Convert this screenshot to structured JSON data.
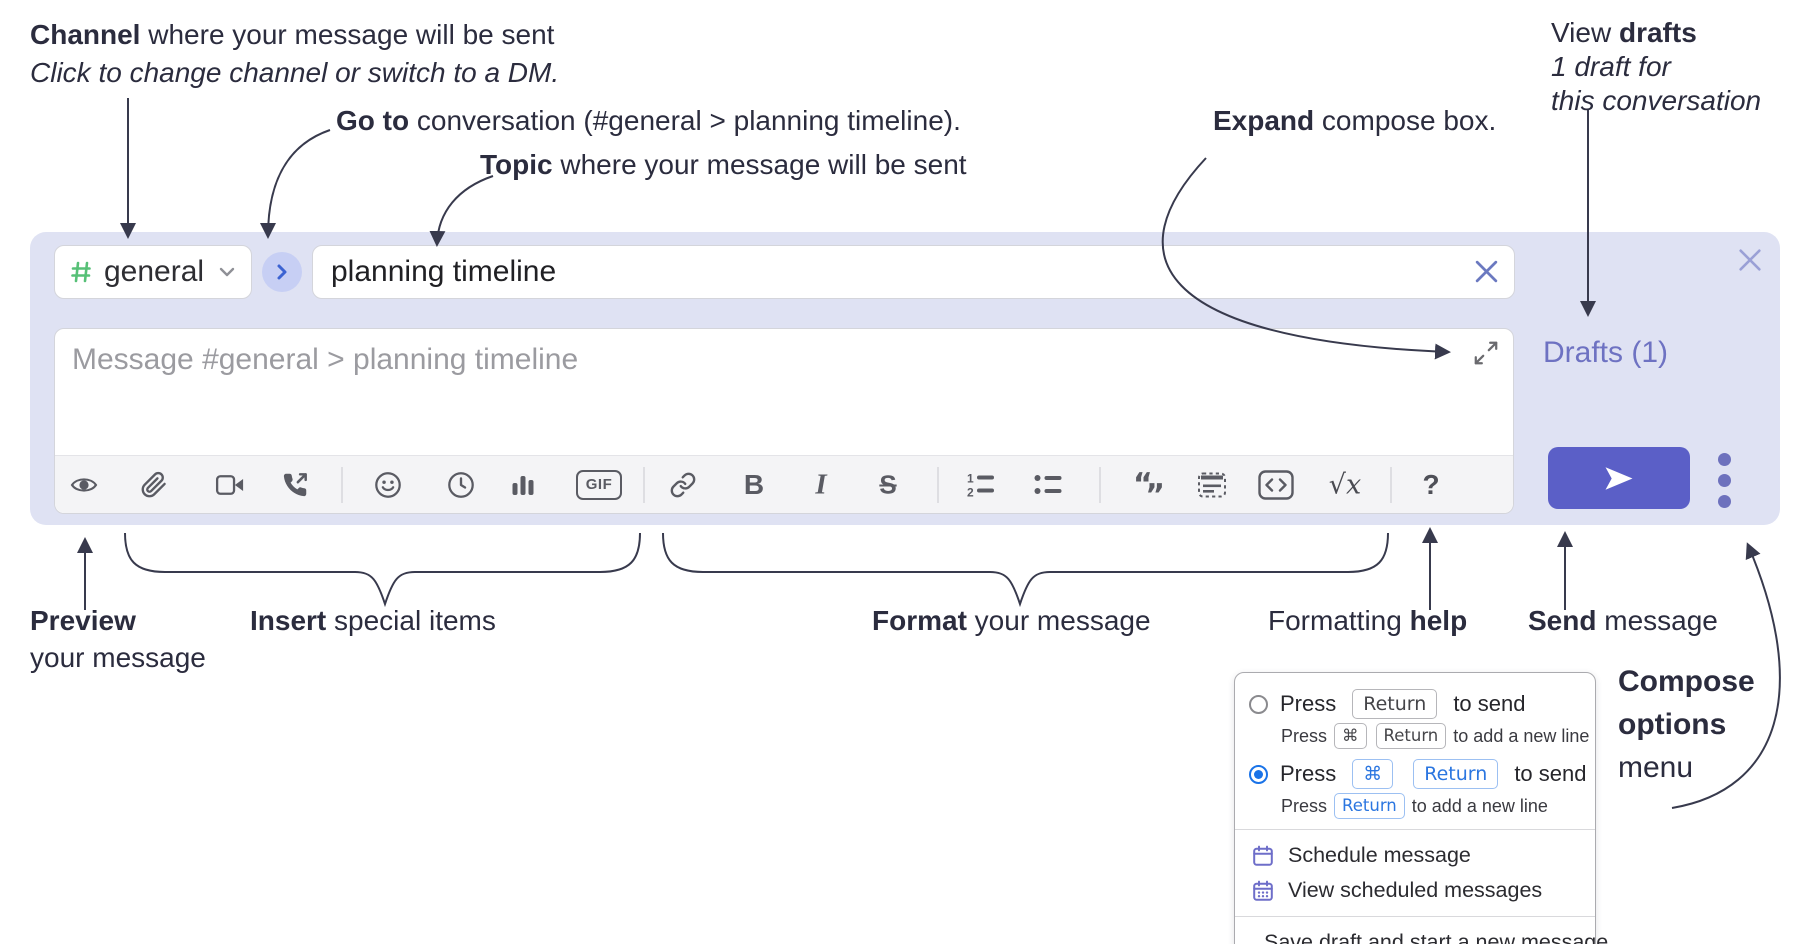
{
  "annotations": {
    "channel": {
      "bold": "Channel",
      "rest": " where your message will be sent",
      "line2": "Click to change channel or switch to a DM."
    },
    "goto": {
      "bold": "Go to",
      "rest": " conversation (#general > planning timeline)."
    },
    "topic": {
      "bold": "Topic",
      "rest": " where your message will be sent"
    },
    "expand": {
      "bold": "Expand",
      "rest": " compose box."
    },
    "drafts": {
      "pre": "View ",
      "bold": "drafts",
      "line2": "1 draft for",
      "line3": "this conversation"
    },
    "preview": {
      "bold": "Preview",
      "line2": "your message"
    },
    "insert": {
      "bold": "Insert",
      "rest": " special items"
    },
    "format": {
      "bold": "Format",
      "rest": " your message"
    },
    "help": {
      "pre": "Formatting ",
      "bold": "help"
    },
    "send": {
      "bold": "Send",
      "rest": " message"
    },
    "compose_options": {
      "line1": "Compose",
      "line2": "options",
      "line3": "menu"
    }
  },
  "compose": {
    "channel": {
      "name": "general"
    },
    "topic": {
      "value": "planning timeline"
    },
    "message": {
      "placeholder": "Message #general > planning timeline"
    },
    "drafts_link": "Drafts (1)",
    "toolbar": {
      "gif": "GIF",
      "bold": "B",
      "italic": "I",
      "strike": "S",
      "quote_open": "“",
      "quote_close": "”",
      "math_root": "√",
      "math_var": "x",
      "help": "?"
    }
  },
  "popup": {
    "option1": {
      "pre": "Press",
      "key1": "Return",
      "post": "to send",
      "sub_pre": "Press",
      "sub_key1": "⌘",
      "sub_key2": "Return",
      "sub_post": "to add a new line"
    },
    "option2": {
      "pre": "Press",
      "key1": "⌘",
      "key2": "Return",
      "post": "to send",
      "sub_pre": "Press",
      "sub_key1": "Return",
      "sub_post": "to add a new line"
    },
    "items": {
      "schedule": "Schedule message",
      "view_scheduled": "View scheduled messages",
      "save_draft": "Save draft and start a new message"
    }
  },
  "icons": {
    "toolbar_order": [
      "preview-eye",
      "attach-paperclip",
      "video-call-camera",
      "voice-call-phone",
      "emoji-smiley",
      "global-time-clock",
      "poll-bar-chart",
      "gif",
      "link",
      "bold",
      "italic",
      "strikethrough",
      "numbered-list",
      "bulleted-list",
      "quote",
      "spoiler",
      "code",
      "math-latex",
      "formatting-help"
    ],
    "menu": [
      "calendar-icon",
      "calendar-dots-icon",
      "document-check-icon"
    ]
  },
  "colors": {
    "compose_bg": "#dfe2f3",
    "accent_send": "#5b5fc7",
    "link_purple": "#6e72c2",
    "hash_green": "#57c077",
    "icon_gray": "#5a5b63",
    "radio_blue": "#1a73e8",
    "kbd_blue": "#2b76e0",
    "annotation_ink": "#2b2c3e"
  }
}
